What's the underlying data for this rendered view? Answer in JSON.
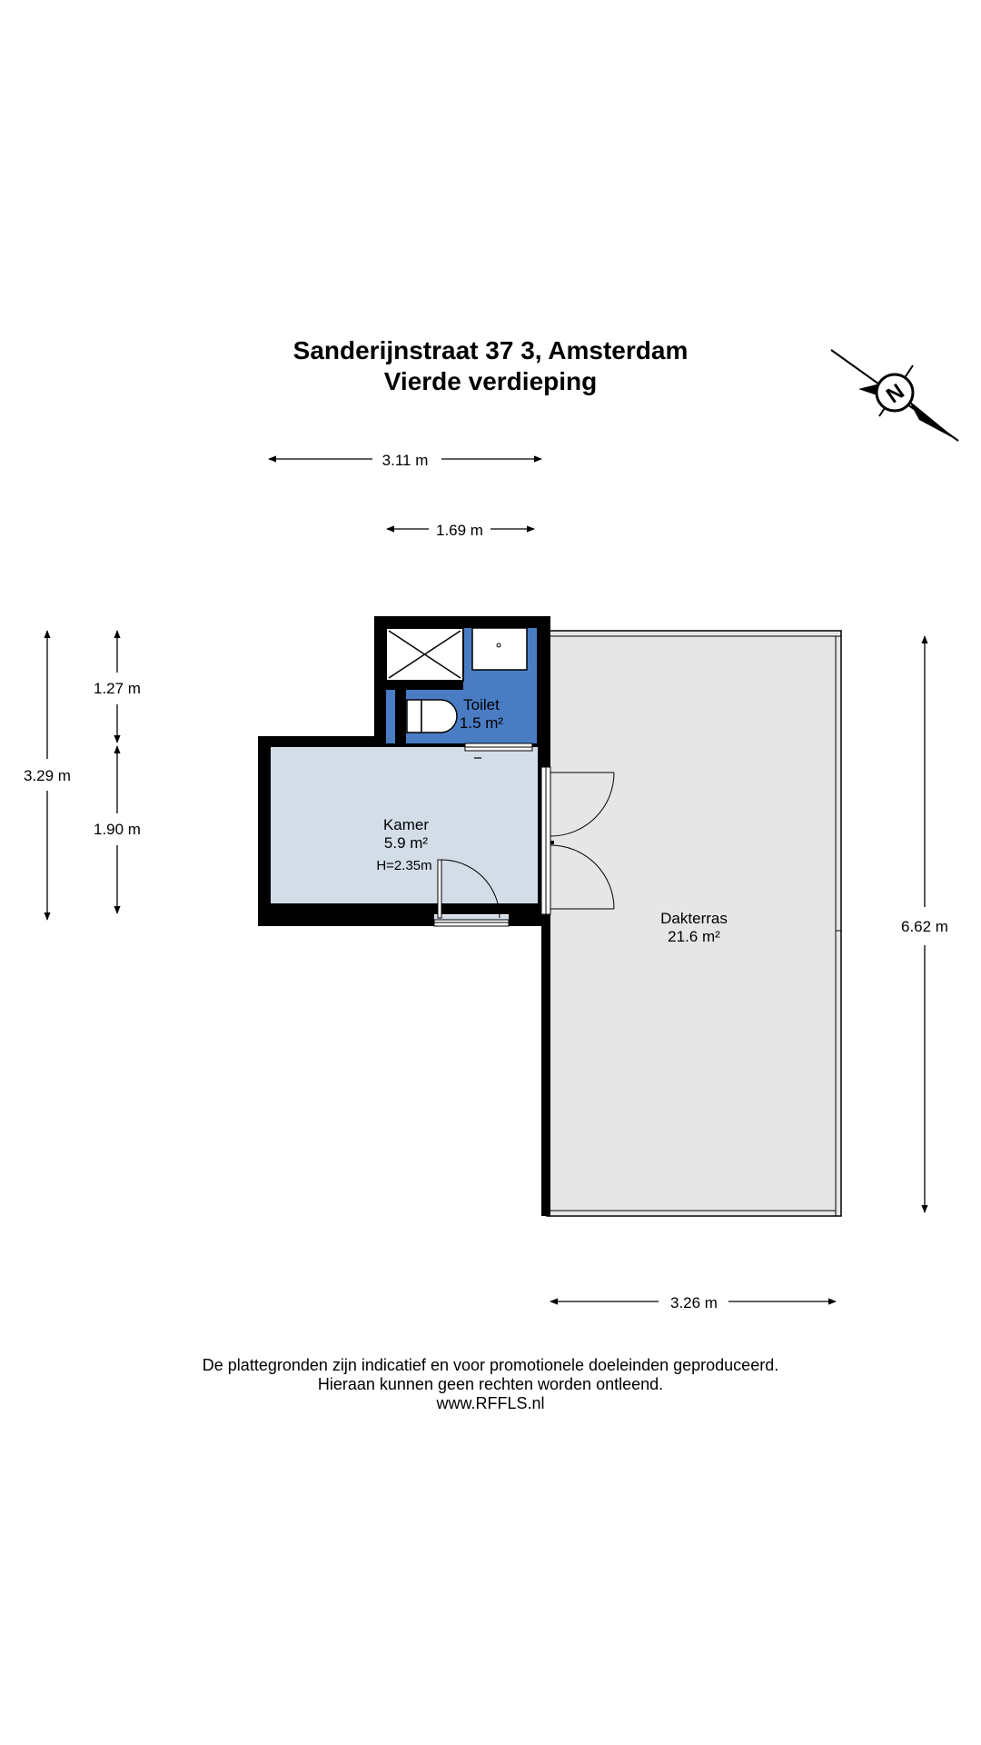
{
  "header": {
    "address": "Sanderijnstraat 37 3, Amsterdam",
    "floor": "Vierde verdieping"
  },
  "compass": {
    "icon": "north-arrow-compass-icon",
    "letter": "N"
  },
  "rooms": {
    "toilet": {
      "name": "Toilet",
      "area": "1.5 m²"
    },
    "kamer": {
      "name": "Kamer",
      "area": "5.9 m²",
      "height": "H=2.35m"
    },
    "dakterras": {
      "name": "Dakterras",
      "area": "21.6 m²"
    }
  },
  "dimensions": {
    "top_total": "3.11 m",
    "top_toilet": "1.69 m",
    "left_total": "3.29 m",
    "left_upper": "1.27 m",
    "left_lower": "1.90 m",
    "right_terrace": "6.62 m",
    "bottom_terrace": "3.26 m"
  },
  "colors": {
    "wall": "#000000",
    "toilet_fill": "#4a7cc4",
    "kamer_fill": "#d3dde8",
    "terrace_fill": "#e6e6e6"
  },
  "footer": {
    "line1": "De plattegronden zijn indicatief en voor promotionele doeleinden geproduceerd.",
    "line2": "Hieraan kunnen geen rechten worden ontleend.",
    "line3": "www.RFFLS.nl"
  }
}
